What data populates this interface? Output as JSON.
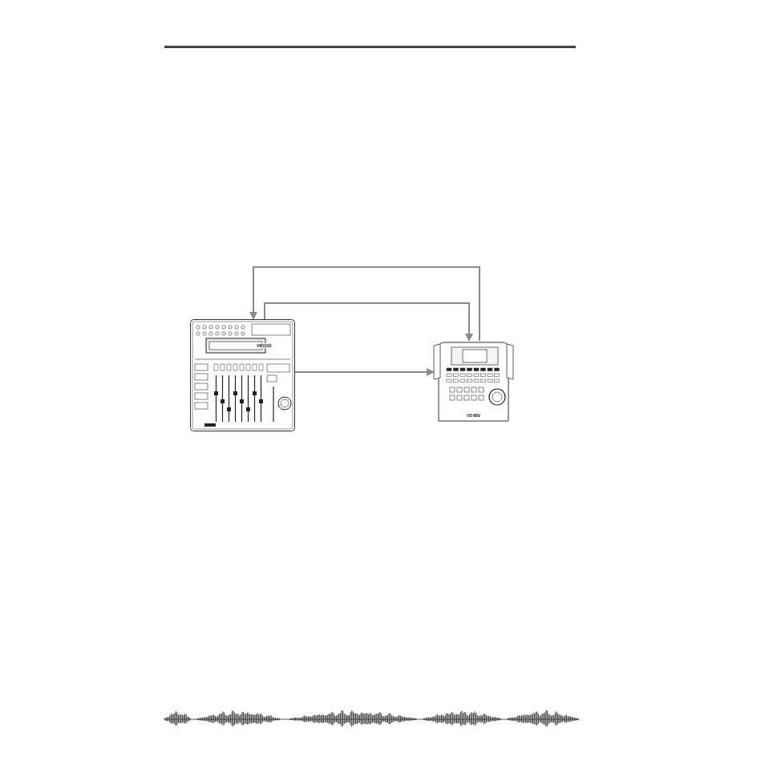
{
  "diagram": {
    "nodes": [
      {
        "text": [
          "VM3100"
        ]
      },
      {
        "text": [
          "VS-880"
        ]
      }
    ],
    "edges": [
      {
        "from": 1,
        "to": 0,
        "arrow": "to"
      },
      {
        "from": 0,
        "to": 1,
        "arrow": "to"
      },
      {
        "from": 0,
        "to": 1,
        "arrow": "to"
      }
    ]
  }
}
